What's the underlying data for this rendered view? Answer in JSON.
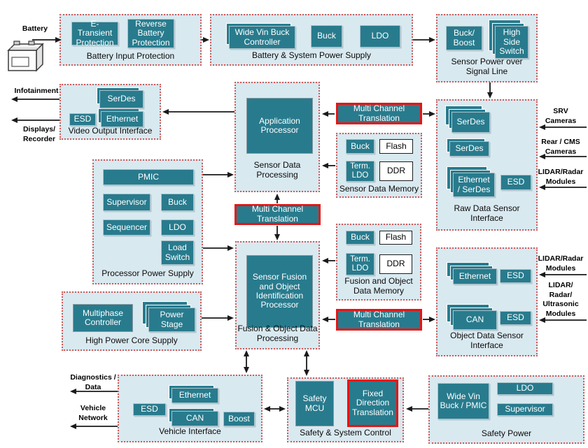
{
  "colors": {
    "accent_teal": "#287b8d",
    "panel_blue": "#d9e9f0",
    "panel_dotted_border": "#d05a5a",
    "highlight_red": "#e81313",
    "arrow_black": "#1a1a1a"
  },
  "groups": [
    {
      "label": "Battery Input Protection",
      "blocks": [
        "E-Transient Protection",
        "Reverse Battery Protection"
      ]
    },
    {
      "label": "Battery & System Power Supply",
      "blocks": [
        "Wide Vin Buck Controller",
        "Buck",
        "LDO"
      ]
    },
    {
      "label": "Sensor Power over Signal Line",
      "blocks": [
        "Buck/\nBoost",
        "High Side Switch"
      ]
    },
    {
      "label": "Video Output Interface",
      "blocks": [
        "SerDes",
        "ESD",
        "Ethernet"
      ]
    },
    {
      "label": "Sensor Data Processing",
      "blocks": [
        "Application Processor"
      ]
    },
    {
      "label": "Sensor Data Memory",
      "blocks": [
        "Buck",
        "Flash",
        "Term. LDO",
        "DDR"
      ]
    },
    {
      "label": "Raw Data Sensor\nInterface",
      "blocks": [
        "SerDes",
        "SerDes",
        "Ethernet\n/ SerDes",
        "ESD"
      ]
    },
    {
      "label": "Processor Power Supply",
      "blocks": [
        "PMIC",
        "Supervisor",
        "Buck",
        "Sequencer",
        "LDO",
        "Load Switch"
      ]
    },
    {
      "label": "Fusion & Object Data\nProcessing",
      "blocks": [
        "Sensor Fusion and Object Identification Processor"
      ]
    },
    {
      "label": "Fusion and Object\nData Memory",
      "blocks": [
        "Buck",
        "Flash",
        "Term. LDO",
        "DDR"
      ]
    },
    {
      "label": "Object Data Sensor\nInterface",
      "blocks": [
        "Ethernet",
        "ESD",
        "CAN",
        "ESD"
      ]
    },
    {
      "label": "High Power Core Supply",
      "blocks": [
        "Multiphase Controller",
        "Power Stage"
      ]
    },
    {
      "label": "Vehicle Interface",
      "blocks": [
        "ESD",
        "Ethernet",
        "CAN",
        "Boost"
      ]
    },
    {
      "label": "Safety & System Control",
      "blocks": [
        "Safety MCU",
        "Fixed Direction Translation"
      ]
    },
    {
      "label": "Safety Power",
      "blocks": [
        "Wide Vin Buck / PMIC",
        "LDO",
        "Supervisor"
      ]
    }
  ],
  "translators": [
    "Multi Channel Translation",
    "Multi Channel Translation",
    "Multi Channel Translation"
  ],
  "externals": {
    "battery": "Battery",
    "infotainment": "Infotainment",
    "displays": "Displays/\nRecorder",
    "srv_cameras": "SRV\nCameras",
    "rear_cms_cameras": "Rear / CMS\nCameras",
    "lidar_radar_top": "LIDAR/Radar\nModules",
    "lidar_radar_mid": "LIDAR/Radar\nModules",
    "lidar_ultrasonic": "LIDAR/\nRadar/\nUltrasonic\nModules",
    "diagnostics": "Diagnostics /\nData",
    "vehicle_network": "Vehicle\nNetwork"
  }
}
